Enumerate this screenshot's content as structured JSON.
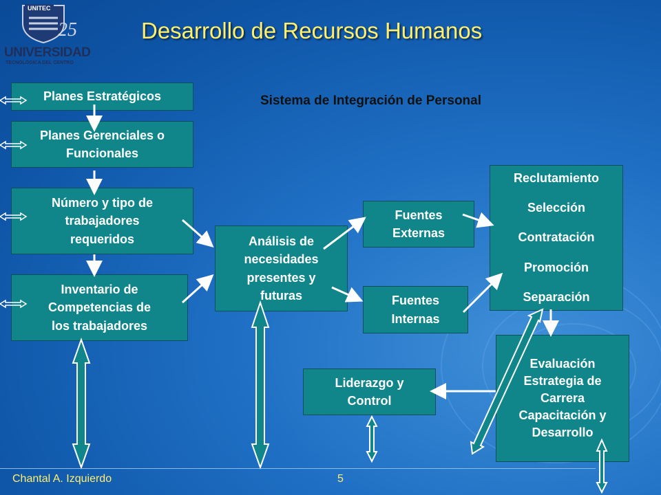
{
  "logo": {
    "brand": "UNITEC",
    "anniversary": "25",
    "name": "UNIVERSIDAD",
    "sub": "TECNOLÓGICA DEL CENTRO"
  },
  "slide": {
    "title": "Desarrollo de Recursos Humanos",
    "subtitle": "Sistema de Integración de Personal"
  },
  "boxes": {
    "planes_estrategicos": [
      "Planes Estratégicos"
    ],
    "planes_gerenciales": [
      "Planes Gerenciales o",
      "Funcionales"
    ],
    "numero_tipo": [
      "Número y tipo de",
      "trabajadores",
      "requeridos"
    ],
    "inventario": [
      "Inventario de",
      "Competencias de",
      "los trabajadores"
    ],
    "analisis": [
      "Análisis de",
      "necesidades",
      "presentes y",
      "futuras"
    ],
    "fuentes_externas": [
      "Fuentes",
      "Externas"
    ],
    "fuentes_internas": [
      "Fuentes",
      "Internas"
    ],
    "reclutamiento": [
      "Reclutamiento",
      "Selección",
      "Contratación",
      "Promoción",
      "Separación"
    ],
    "evaluacion": [
      "Evaluación",
      "Estrategia de",
      "Carrera",
      "Capacitación y",
      "Desarrollo"
    ],
    "liderazgo": [
      "Liderazgo y",
      "Control"
    ]
  },
  "footer": {
    "author": "Chantal A. Izquierdo",
    "page": "5"
  },
  "colors": {
    "box_fill": "#11868a",
    "title": "#ffef6b",
    "arrow": "#ffffff"
  }
}
